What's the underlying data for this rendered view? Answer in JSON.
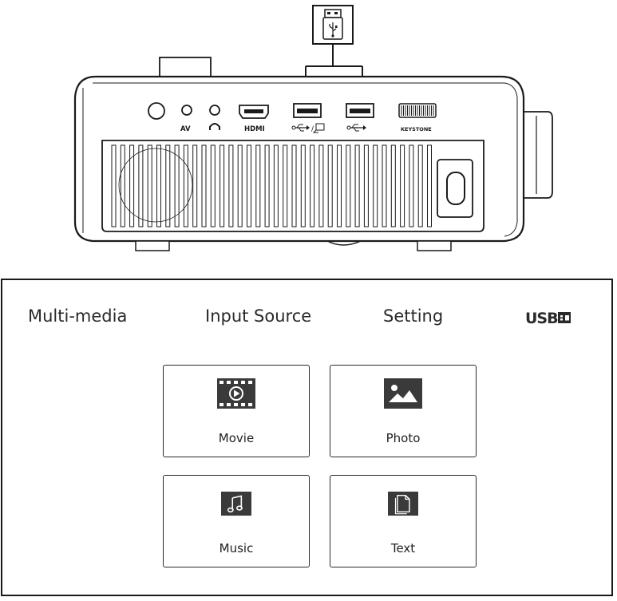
{
  "projector": {
    "port_labels": {
      "av": "AV",
      "hdmi": "HDMI",
      "keystone": "KEYSTONE"
    },
    "icons": [
      "usb-stick-icon",
      "headphone-icon",
      "usb-symbol-icon",
      "screen-mirror-icon"
    ]
  },
  "menu": {
    "items": [
      {
        "label": "Multi-media"
      },
      {
        "label": "Input Source"
      },
      {
        "label": "Setting"
      }
    ],
    "usb_logo": "USB"
  },
  "tiles": [
    {
      "label": "Movie",
      "icon": "film-icon"
    },
    {
      "label": "Photo",
      "icon": "image-icon"
    },
    {
      "label": "Music",
      "icon": "music-note-icon"
    },
    {
      "label": "Text",
      "icon": "document-icon"
    }
  ],
  "colors": {
    "line": "#1a1a1a",
    "icon_fill": "#3a3a3a",
    "background": "#ffffff"
  }
}
